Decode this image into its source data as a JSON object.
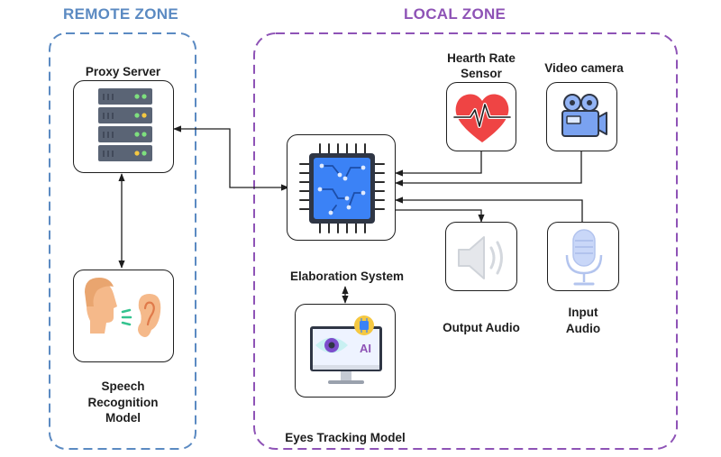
{
  "zones": {
    "remote": {
      "title": "REMOTE ZONE",
      "color": "#5b8ac2"
    },
    "local": {
      "title": "LOCAL ZONE",
      "color": "#8e53b6"
    }
  },
  "nodes": {
    "proxy_server": {
      "label": "Proxy Server",
      "icon": "server-rack-icon"
    },
    "speech_recognition": {
      "label_lines": [
        "Speech",
        "Recognition",
        "Model"
      ],
      "icon": "speech-hearing-icon"
    },
    "processor": {
      "icon": "microchip-icon"
    },
    "heart_rate_sensor": {
      "label_lines": [
        "Hearth Rate",
        "Sensor"
      ],
      "icon": "heart-pulse-icon"
    },
    "video_camera": {
      "label": "Video camera",
      "icon": "video-camera-icon"
    },
    "output_audio": {
      "label": "Output Audio",
      "icon": "speaker-icon"
    },
    "input_audio": {
      "label_lines": [
        "Input",
        "Audio"
      ],
      "icon": "microphone-icon"
    },
    "elaboration_system": {
      "label": "Elaboration System"
    },
    "eyes_tracking": {
      "label": "Eyes Tracking Model",
      "icon": "eye-ai-monitor-icon",
      "badge": "AI"
    }
  },
  "colors": {
    "line": "#1e1e1e",
    "chip": "#3b82f6",
    "heart": "#ef4444"
  }
}
